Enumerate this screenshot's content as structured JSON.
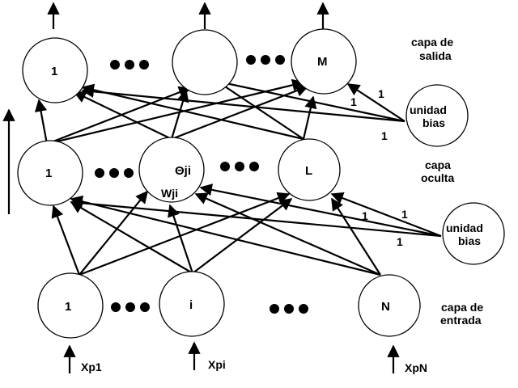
{
  "output_layer": {
    "label_line1": "capa de",
    "label_line2": "salida",
    "node_first": "1",
    "node_middle": "",
    "node_last": "M"
  },
  "hidden_layer": {
    "label_line1": "capa",
    "label_line2": "oculta",
    "node_first": "1",
    "node_middle": "Θji",
    "weight_label": "Wji",
    "node_last": "L"
  },
  "input_layer": {
    "label_line1": "capa de",
    "label_line2": "entrada",
    "node_first": "1",
    "node_middle": "i",
    "node_last": "N"
  },
  "inputs": [
    "Xp1",
    "Xpi",
    "XpN"
  ],
  "bias_top": {
    "label_line1": "unidad",
    "label_line2": "bias",
    "weights": [
      "1",
      "1",
      "1"
    ]
  },
  "bias_bottom": {
    "label_line1": "unidad",
    "label_line2": "bias",
    "weights": [
      "1",
      "1",
      "1"
    ]
  }
}
